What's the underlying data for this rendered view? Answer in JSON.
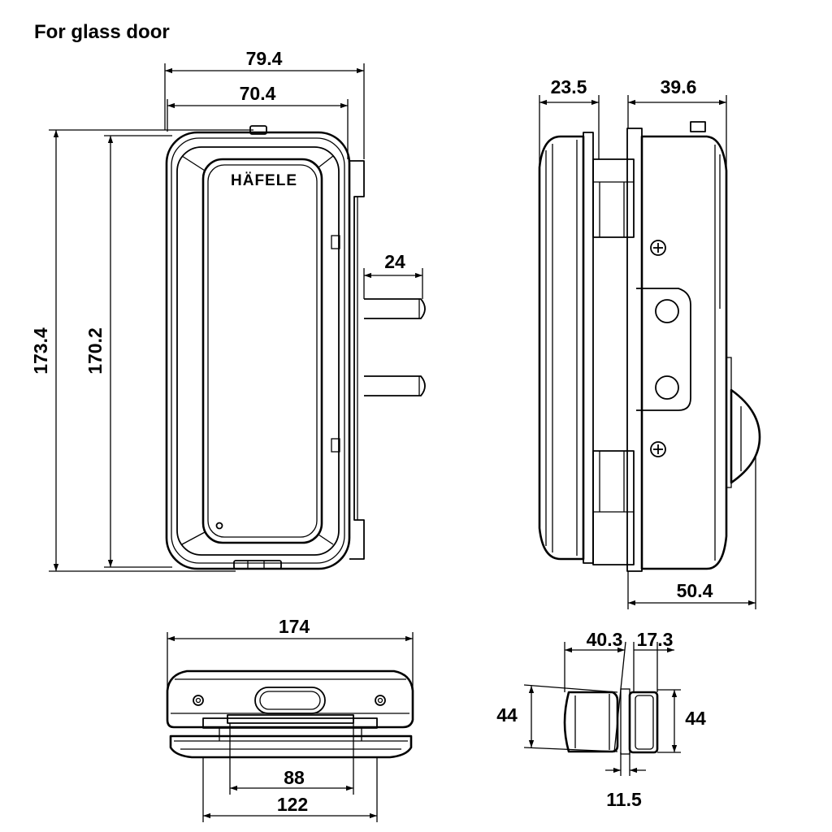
{
  "title": "For glass door",
  "colors": {
    "line": "#000000",
    "background": "#ffffff"
  },
  "front_view": {
    "brand_label": "HÄFELE",
    "dim_overall_width": "79.4",
    "dim_body_width": "70.4",
    "dim_overall_height": "173.4",
    "dim_body_height": "170.2",
    "dim_bolt_projection": "24"
  },
  "side_view": {
    "dim_front_depth": "23.5",
    "dim_rear_depth": "39.6",
    "dim_total_depth": "50.4"
  },
  "top_view": {
    "dim_overall_length": "174",
    "dim_inner_span": "88",
    "dim_outer_span": "122"
  },
  "strike_view": {
    "dim_left_depth": "40.3",
    "dim_right_depth": "17.3",
    "dim_left_height": "44",
    "dim_right_height": "44",
    "dim_gap": "11.5"
  }
}
